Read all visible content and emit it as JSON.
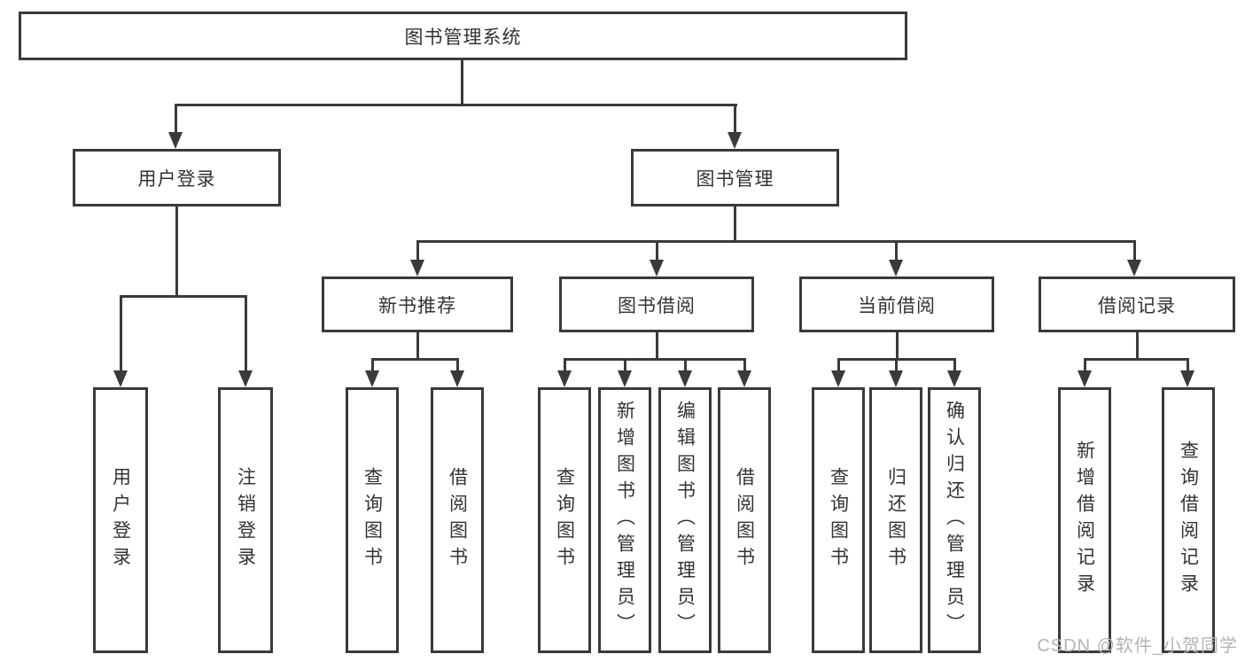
{
  "tree": {
    "root": {
      "label": "图书管理系统"
    },
    "branches": [
      {
        "label": "用户登录",
        "children": [
          {
            "label": "用户登录"
          },
          {
            "label": "注销登录"
          }
        ]
      },
      {
        "label": "图书管理",
        "groups": [
          {
            "label": "新书推荐",
            "children": [
              {
                "label": "查询图书"
              },
              {
                "label": "借阅图书"
              }
            ]
          },
          {
            "label": "图书借阅",
            "children": [
              {
                "label": "查询图书"
              },
              {
                "label": "新增图书（管理员）"
              },
              {
                "label": "编辑图书（管理员）"
              },
              {
                "label": "借阅图书"
              }
            ]
          },
          {
            "label": "当前借阅",
            "children": [
              {
                "label": "查询图书"
              },
              {
                "label": "归还图书"
              },
              {
                "label": "确认归还（管理员）"
              }
            ]
          },
          {
            "label": "借阅记录",
            "children": [
              {
                "label": "新增借阅记录"
              },
              {
                "label": "查询借阅记录"
              }
            ]
          }
        ]
      }
    ]
  },
  "watermark": {
    "text": "CSDN @软件_小贺同学"
  },
  "colors": {
    "line": "#3a3a3a",
    "text": "#333333",
    "watermark": "#b4b4b4",
    "background": "#ffffff"
  }
}
